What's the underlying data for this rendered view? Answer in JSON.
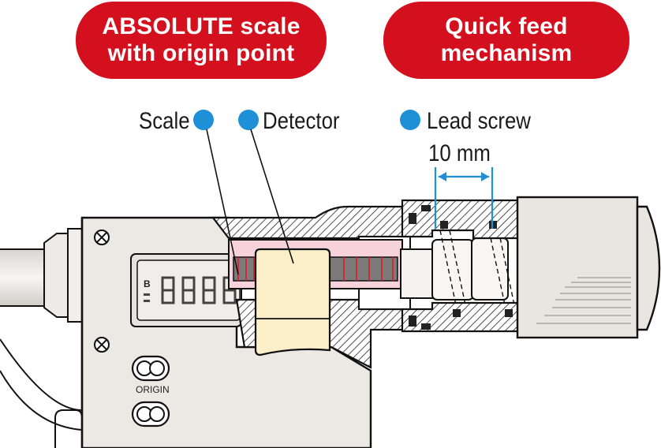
{
  "headings": {
    "absolute_scale": [
      "ABSOLUTE scale",
      "with origin point"
    ],
    "quick_feed": [
      "Quick feed",
      "mechanism"
    ]
  },
  "callouts": {
    "scale": "Scale",
    "detector": "Detector",
    "lead_screw": "Lead screw",
    "pitch": "10 mm"
  },
  "device": {
    "lcd_indicator": "B",
    "button_label": "ORIGIN"
  },
  "colors": {
    "heading_bg": "#d40f1e",
    "callout_dot": "#1e90d8",
    "dimension": "#1e90d8",
    "scale_fill": "#f6d3dc",
    "detector_fill": "#fbefc9",
    "body_fill": "#ece9e4"
  }
}
